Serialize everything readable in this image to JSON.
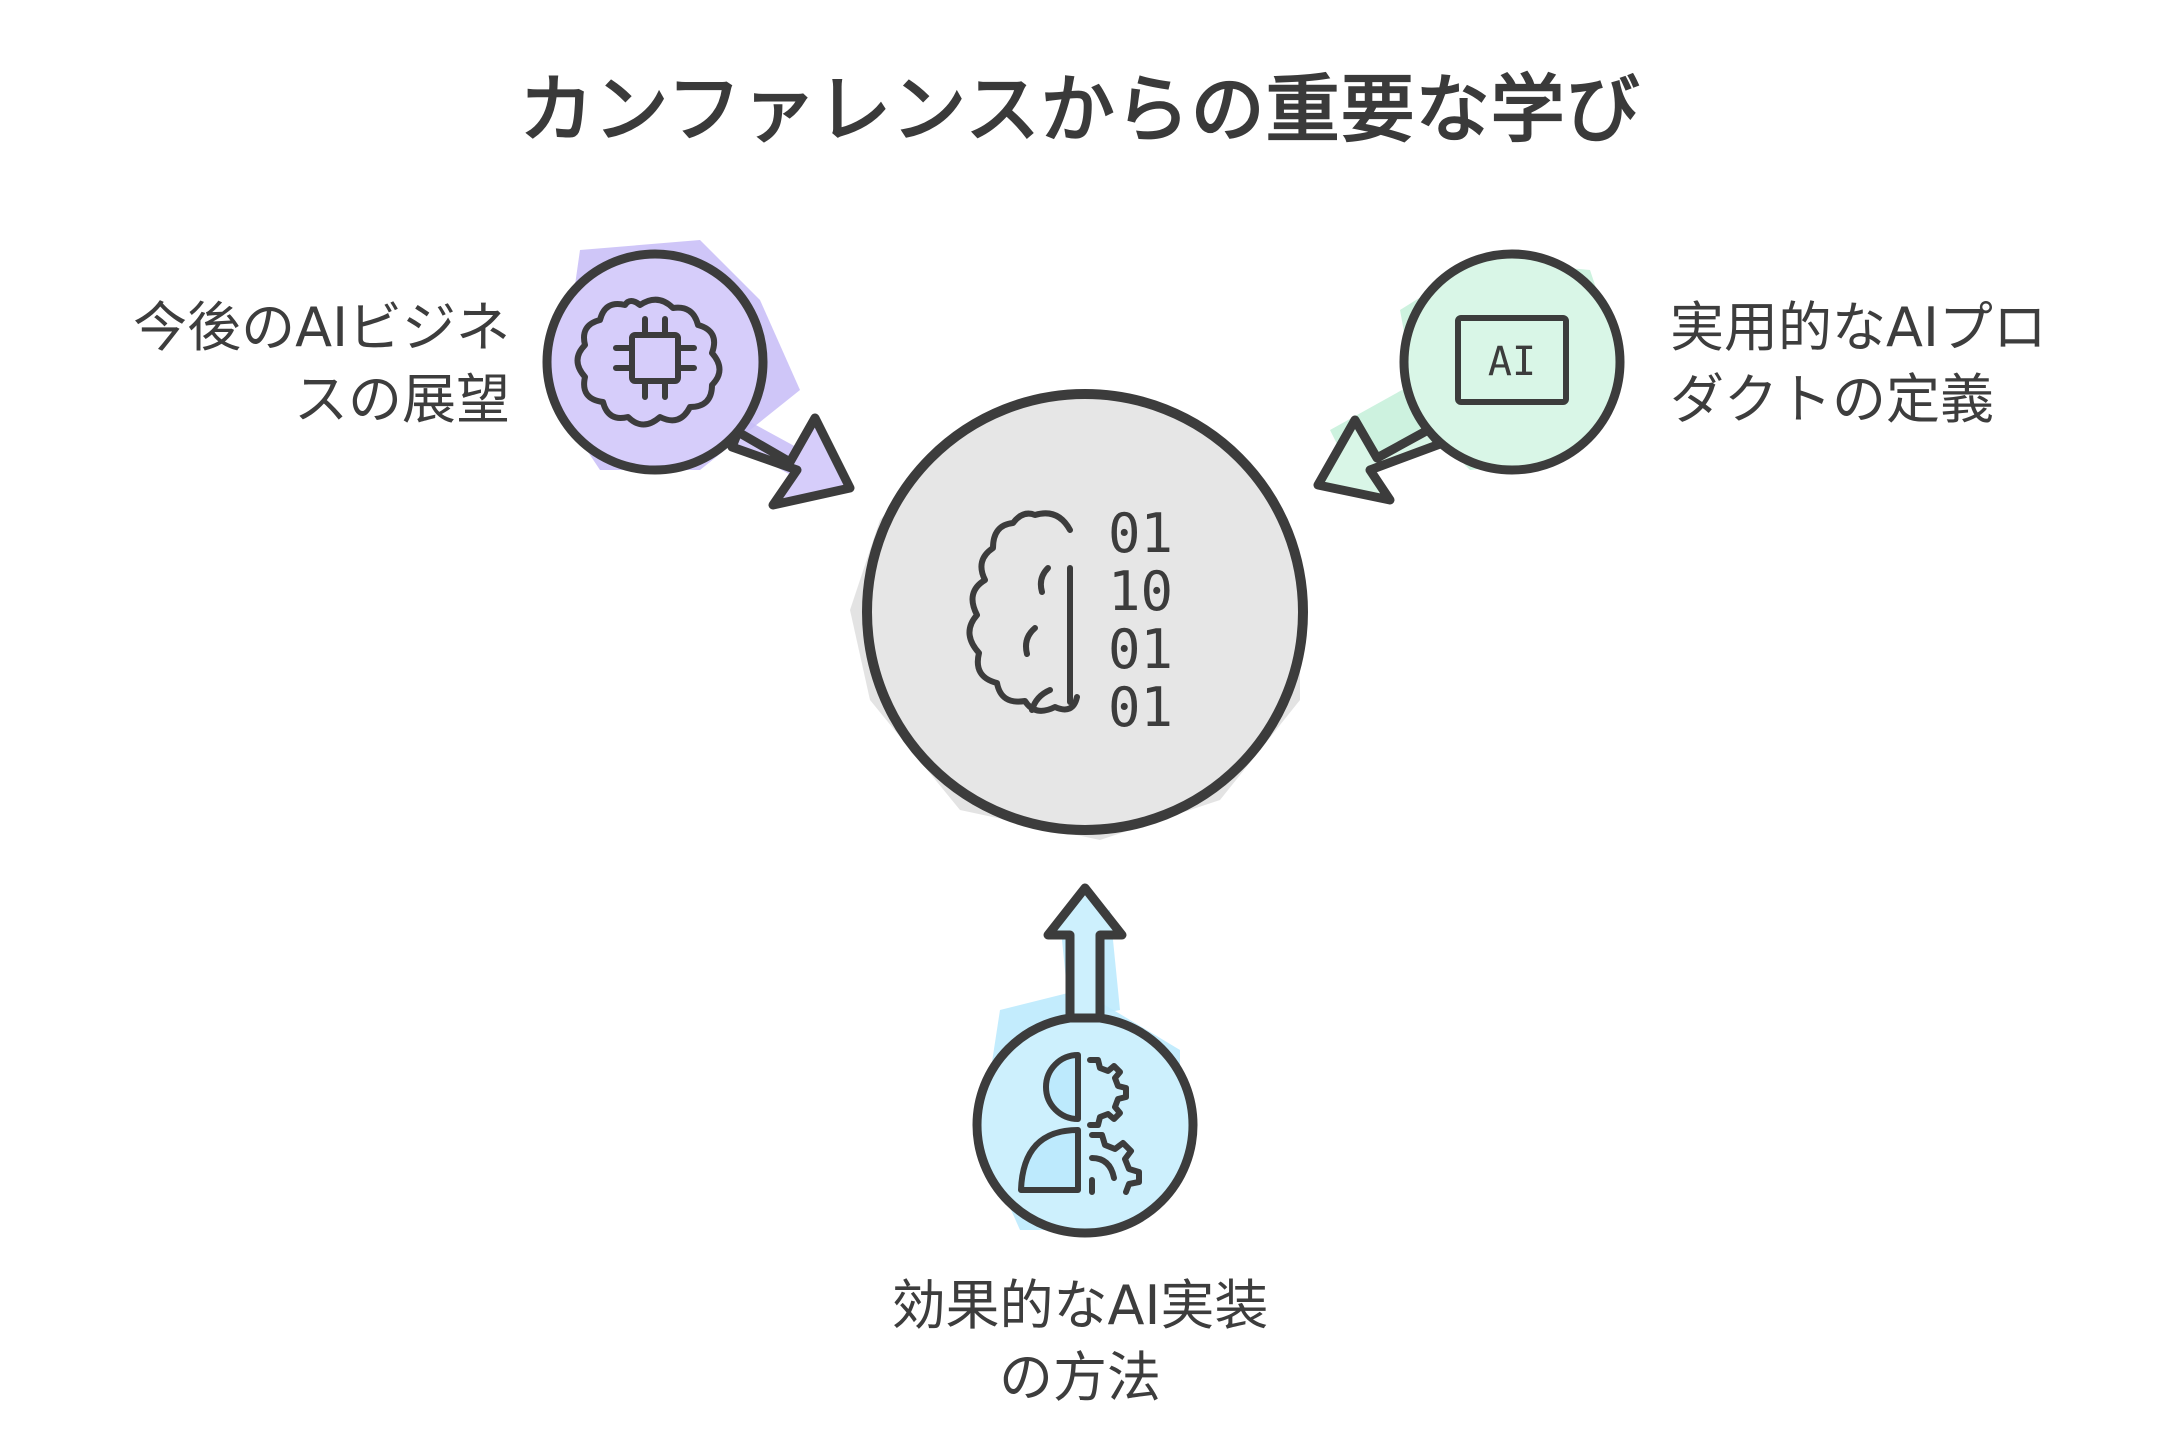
{
  "title": "カンファレンスからの重要な学び",
  "center": {
    "binary_rows": [
      "01",
      "10",
      "01",
      "01"
    ]
  },
  "nodes": [
    {
      "id": "left",
      "lines": [
        "今後のAIビジネ",
        "スの展望"
      ],
      "fill": "#c7bcf7"
    },
    {
      "id": "right",
      "lines": [
        "実用的なAIプロ",
        "ダクトの定義"
      ],
      "chip_text": "AI",
      "fill": "#c8f1dc"
    },
    {
      "id": "bottom",
      "lines": [
        "効果的なAI実装",
        "の方法"
      ],
      "fill": "#bdeafd"
    }
  ],
  "colors": {
    "stroke": "#3c3c3c",
    "center_fill": "#e3e3e3"
  }
}
